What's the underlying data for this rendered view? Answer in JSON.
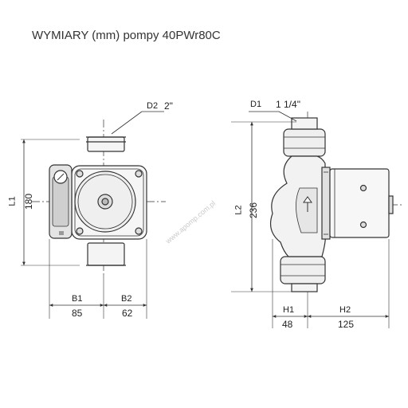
{
  "title": "WYMIARY (mm) pompy 40PWr80C",
  "watermark": "www.apomp.com.pl",
  "front_view": {
    "d2_label": "D2",
    "d2_value": "2\"",
    "l1_label": "L1",
    "l1_value": "180",
    "b1_label": "B1",
    "b1_value": "85",
    "b2_label": "B2",
    "b2_value": "62"
  },
  "side_view": {
    "d1_label": "D1",
    "d1_value": "1 1/4\"",
    "l2_label": "L2",
    "l2_value": "236",
    "h1_label": "H1",
    "h1_value": "48",
    "h2_label": "H2",
    "h2_value": "125"
  },
  "colors": {
    "line": "#333333",
    "body": "#f4f4f4",
    "accent": "#d7d7d7"
  }
}
